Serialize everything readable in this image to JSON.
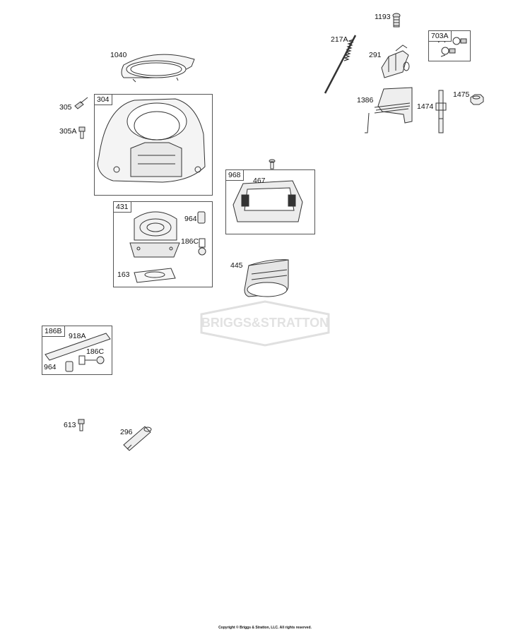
{
  "diagram": {
    "watermark_text": "BRIGGS&STRATTON",
    "copyright": "Copyright © Briggs & Stratton, LLC. All rights reserved.",
    "boxes": {
      "b304": "304",
      "b968": "968",
      "b431": "431",
      "b703A": "703A",
      "b186B": "186B"
    },
    "parts": {
      "p1193": "1193",
      "p217A": "217A",
      "p291": "291",
      "p1040": "1040",
      "p1386": "1386",
      "p1474": "1474",
      "p1475": "1475",
      "p305": "305",
      "p305A": "305A",
      "p467": "467",
      "p964a": "964",
      "p186Ca": "186C",
      "p163": "163",
      "p445": "445",
      "p918A": "918A",
      "p186Cb": "186C",
      "p964b": "964",
      "p613": "613",
      "p296": "296"
    }
  }
}
